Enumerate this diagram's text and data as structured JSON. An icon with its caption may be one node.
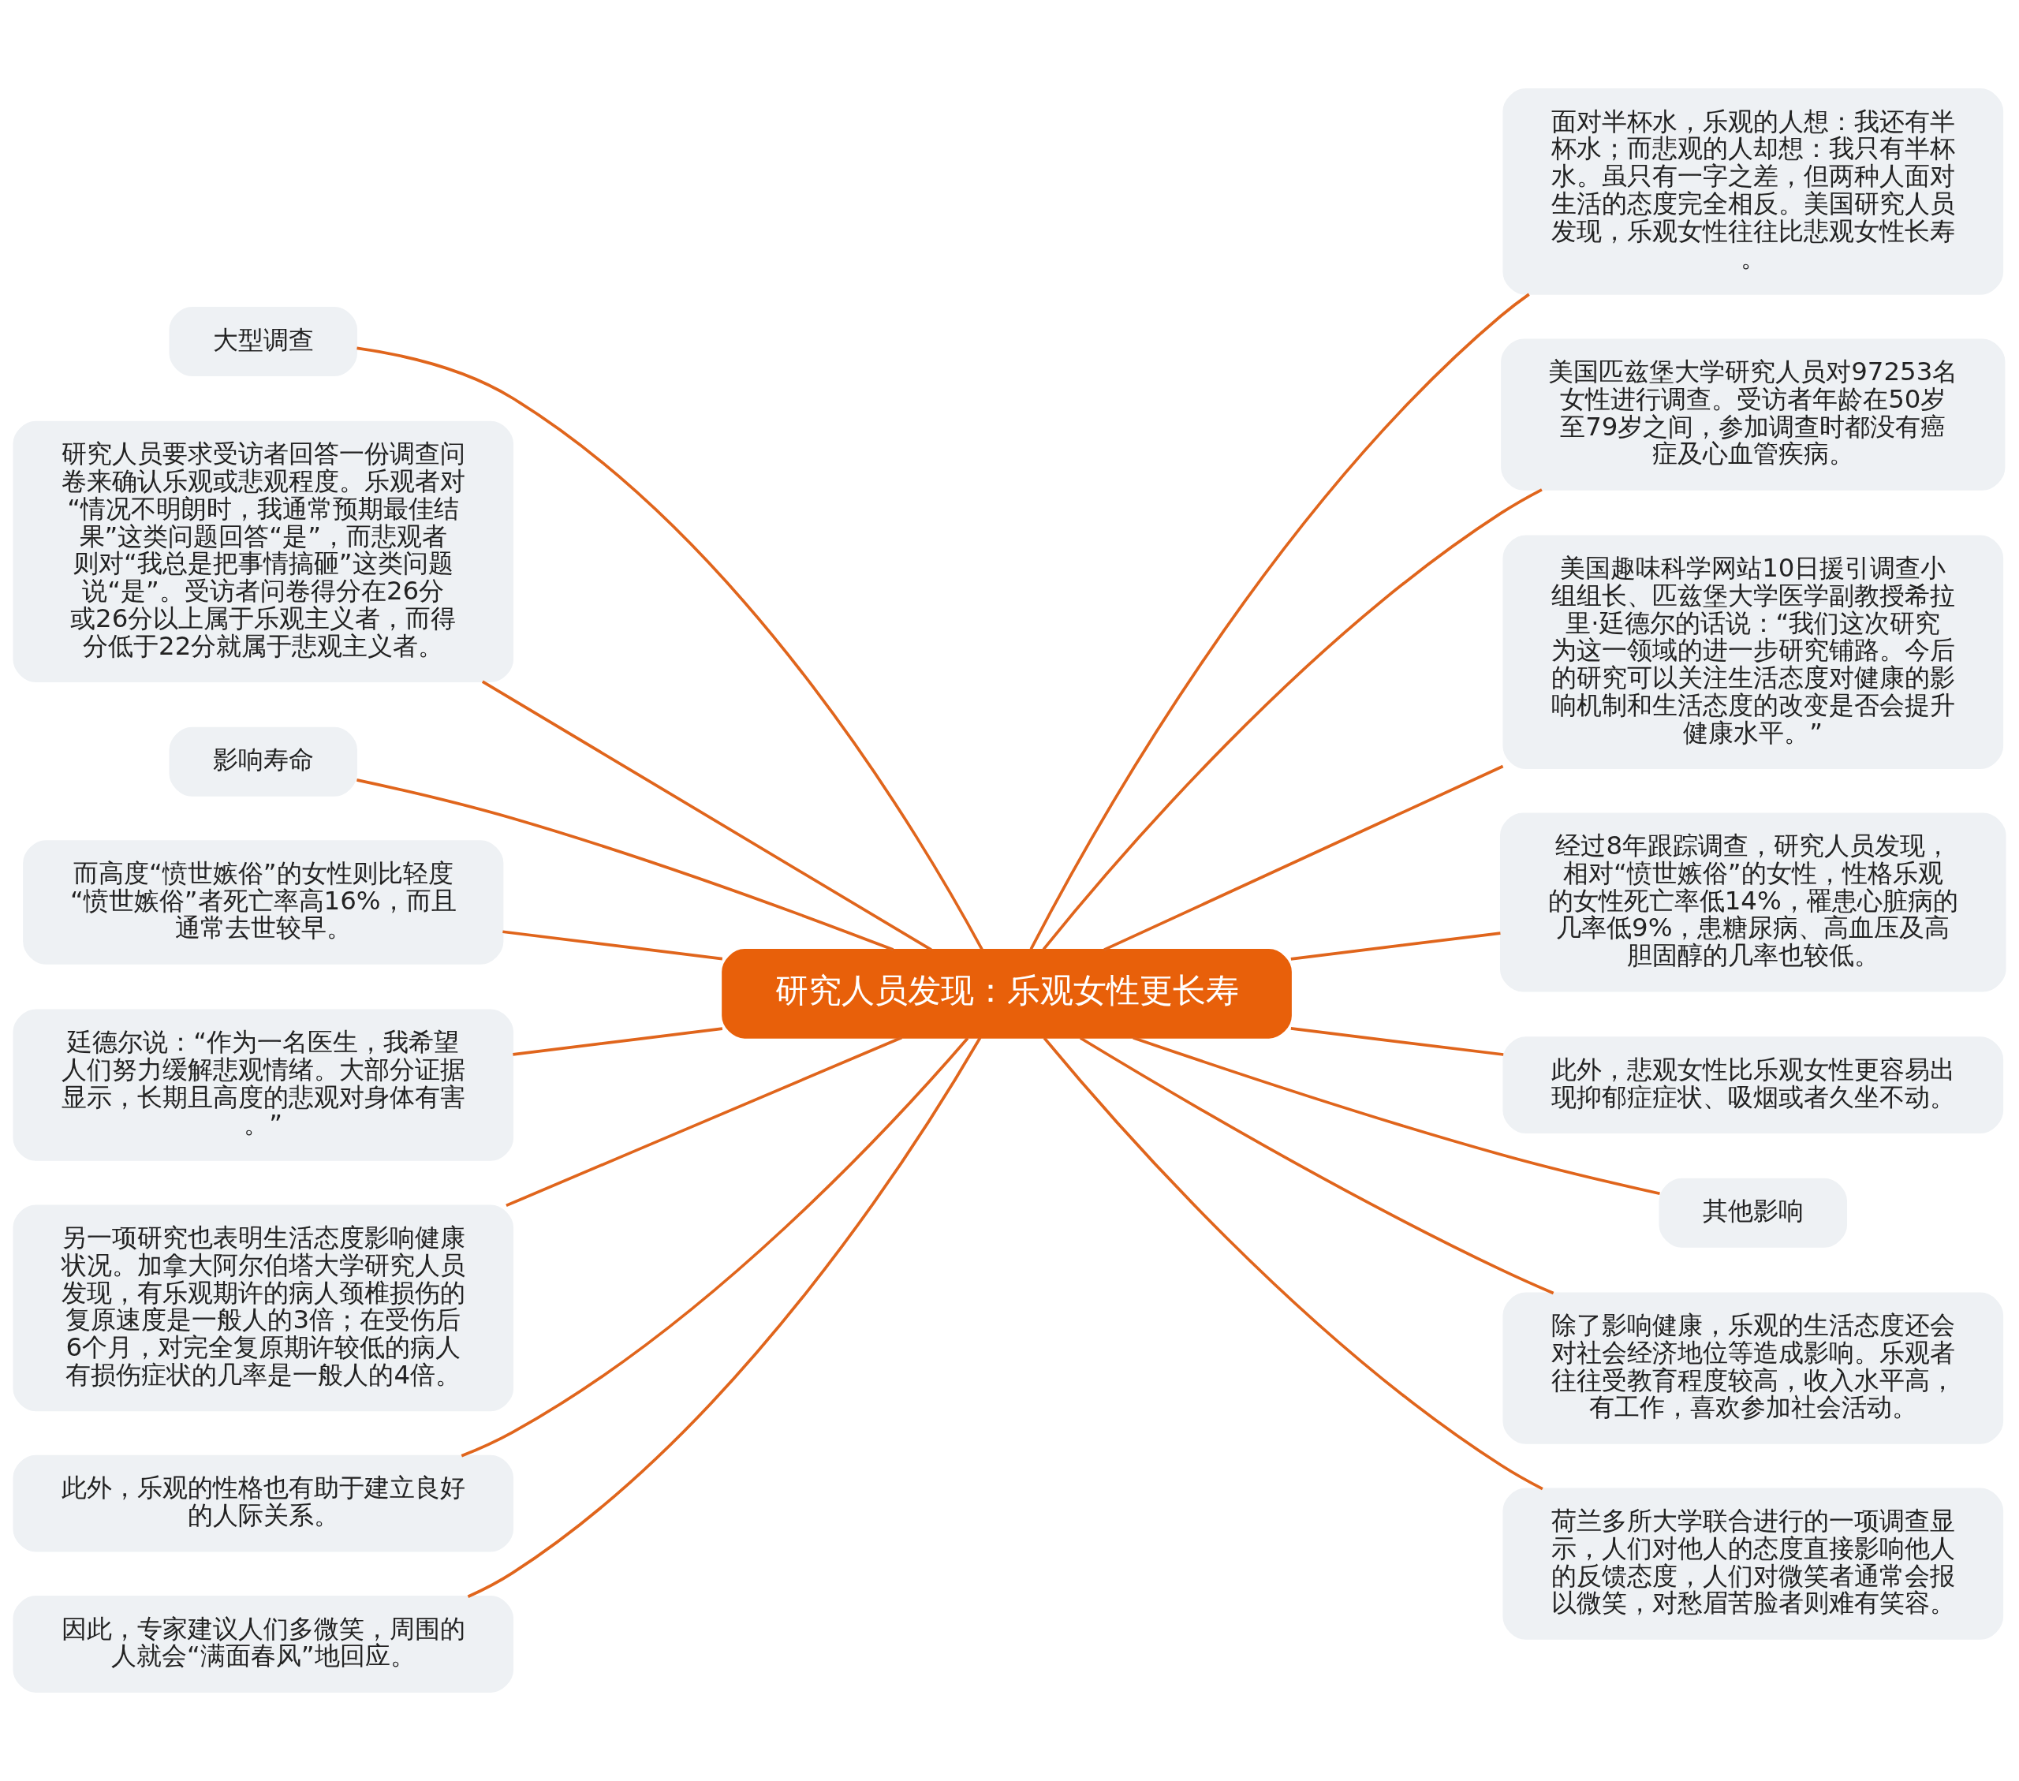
{
  "diagram": {
    "nodes": [
      {
        "text": [
          "研究人员发现：乐观女性更长寿"
        ]
      },
      {
        "text": [
          "大型调查"
        ]
      },
      {
        "text": [
          "研究人员要求受访者回答一份调查问卷来确认乐观或悲观程度。乐观者对“情况不明朗时，我通常预期最佳结果”这类问题回答“是”，而悲观者则对“我总是把事情搞砸”这类问题说“是”。受访者问卷得分在26分或26分以上属于乐观主义者，而得分低于22分就属于悲观主义者。"
        ]
      },
      {
        "text": [
          "影响寿命"
        ]
      },
      {
        "text": [
          "而高度“愤世嫉俗”的女性则比轻度“愤世嫉俗”者死亡率高16%，而且通常去世较早。"
        ]
      },
      {
        "text": [
          "廷德尔说：“作为一名医生，我希望人们努力缓解悲观情绪。大部分证据显示，长期且高度的悲观对身体有害。”"
        ]
      },
      {
        "text": [
          "另一项研究也表明生活态度影响健康状况。加拿大阿尔伯塔大学研究人员发现，有乐观期许的病人颈椎损伤的复原速度是一般人的3倍；在受伤后6个月，对完全复原期许较低的病人有损伤症状的几率是一般人的4倍。"
        ]
      },
      {
        "text": [
          "此外，乐观的性格也有助于建立良好的人际关系。"
        ]
      },
      {
        "text": [
          "因此，专家建议人们多微笑，周围的人就会“满面春风”地回应。"
        ]
      },
      {
        "text": [
          "面对半杯水，乐观的人想：我还有半杯水；而悲观的人却想：我只有半杯水。虽只有一字之差，但两种人面对生活的态度完全相反。美国研究人员发现，乐观女性往往比悲观女性长寿。"
        ]
      },
      {
        "text": [
          "美国匹兹堡大学研究人员对97253名女性进行调查。受访者年龄在50岁至79岁之间，参加调查时都没有癌症及心血管疾病。"
        ]
      },
      {
        "text": [
          "美国趣味科学网站10日援引调查小组组长、匹兹堡大学医学副教授希拉里·廷德尔的话说：“我们这次研究为这一领域的进一步研究铺路。今后的研究可以关注生活态度对健康的影响机制和生活态度的改变是否会提升健康水平。”"
        ]
      },
      {
        "text": [
          "经过8年跟踪调查，研究人员发现，相对“愤世嫉俗”的女性，性格乐观的女性死亡率低14%，罹患心脏病的几率低9%，患糖尿病、高血压及高胆固醇的几率也较低。"
        ]
      },
      {
        "text": [
          "此外，悲观女性比乐观女性更容易出现抑郁症症状、吸烟或者久坐不动。"
        ]
      },
      {
        "text": [
          "其他影响"
        ]
      },
      {
        "text": [
          "除了影响健康，乐观的生活态度还会对社会经济地位等造成影响。乐观者往往受教育程度较高，收入水平高，有工作，喜欢参加社会活动。"
        ]
      },
      {
        "text": [
          "荷兰多所大学联合进行的一项调查显示，人们对他人的态度直接影响他人的反馈态度，人们对微笑者通常会报以微笑，对愁眉苦脸者则难有笑容。"
        ]
      }
    ],
    "edges": [
      {
        "from": 0,
        "to": 1,
        "arrow": "none"
      },
      {
        "from": 0,
        "to": 2,
        "arrow": "none"
      },
      {
        "from": 0,
        "to": 3,
        "arrow": "none"
      },
      {
        "from": 0,
        "to": 4,
        "arrow": "none"
      },
      {
        "from": 0,
        "to": 5,
        "arrow": "none"
      },
      {
        "from": 0,
        "to": 6,
        "arrow": "none"
      },
      {
        "from": 0,
        "to": 7,
        "arrow": "none"
      },
      {
        "from": 0,
        "to": 8,
        "arrow": "none"
      },
      {
        "from": 0,
        "to": 9,
        "arrow": "none"
      },
      {
        "from": 0,
        "to": 10,
        "arrow": "none"
      },
      {
        "from": 0,
        "to": 11,
        "arrow": "none"
      },
      {
        "from": 0,
        "to": 12,
        "arrow": "none"
      },
      {
        "from": 0,
        "to": 13,
        "arrow": "none"
      },
      {
        "from": 0,
        "to": 14,
        "arrow": "none"
      },
      {
        "from": 0,
        "to": 15,
        "arrow": "none"
      },
      {
        "from": 0,
        "to": 16,
        "arrow": "none"
      }
    ]
  }
}
